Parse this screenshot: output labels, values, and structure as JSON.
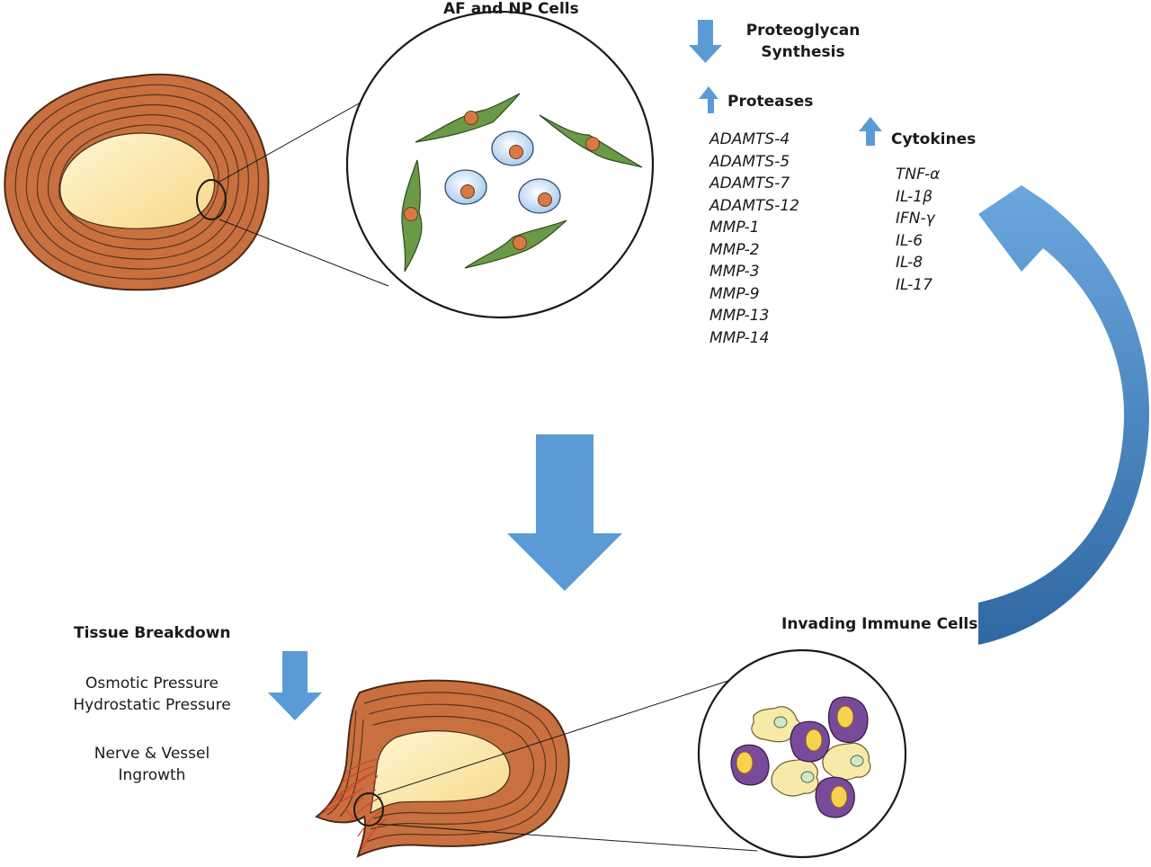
{
  "labels": {
    "af_np_cells": "AF and NP Cells",
    "proteoglycan_line1": "Proteoglycan",
    "proteoglycan_line2": "Synthesis",
    "proteases": "Proteases",
    "cytokines": "Cytokines",
    "tissue_breakdown": "Tissue Breakdown",
    "osmotic_pressure": "Osmotic Pressure",
    "hydrostatic_pressure": "Hydrostatic Pressure",
    "nerve_vessel_line1": "Nerve & Vessel",
    "nerve_vessel_line2": "Ingrowth",
    "invading_immune_cells": "Invading Immune Cells"
  },
  "proteases_list": [
    "ADAMTS-4",
    "ADAMTS-5",
    "ADAMTS-7",
    "ADAMTS-12",
    "MMP-1",
    "MMP-2",
    "MMP-3",
    "MMP-9",
    "MMP-13",
    "MMP-14"
  ],
  "cytokines_list": [
    "TNF-α",
    "IL-1β",
    "IFN-γ",
    "IL-6",
    "IL-8",
    "IL-17"
  ],
  "colors": {
    "annulus": "#c8703f",
    "annulus_outline": "#4a2a18",
    "nucleus_pulposus": "#fde9a8",
    "arrow_blue": "#5b9bd5",
    "arrow_blue_dark": "#3f78b0",
    "fibroblast_green": "#6a9a46",
    "cell_nucleus_orange": "#d87a45",
    "np_cell_blue": "#cfe4f7",
    "immune_purple": "#7a4a9a",
    "immune_yellow": "#f7e9a8",
    "vessel_red": "#d4402a"
  }
}
